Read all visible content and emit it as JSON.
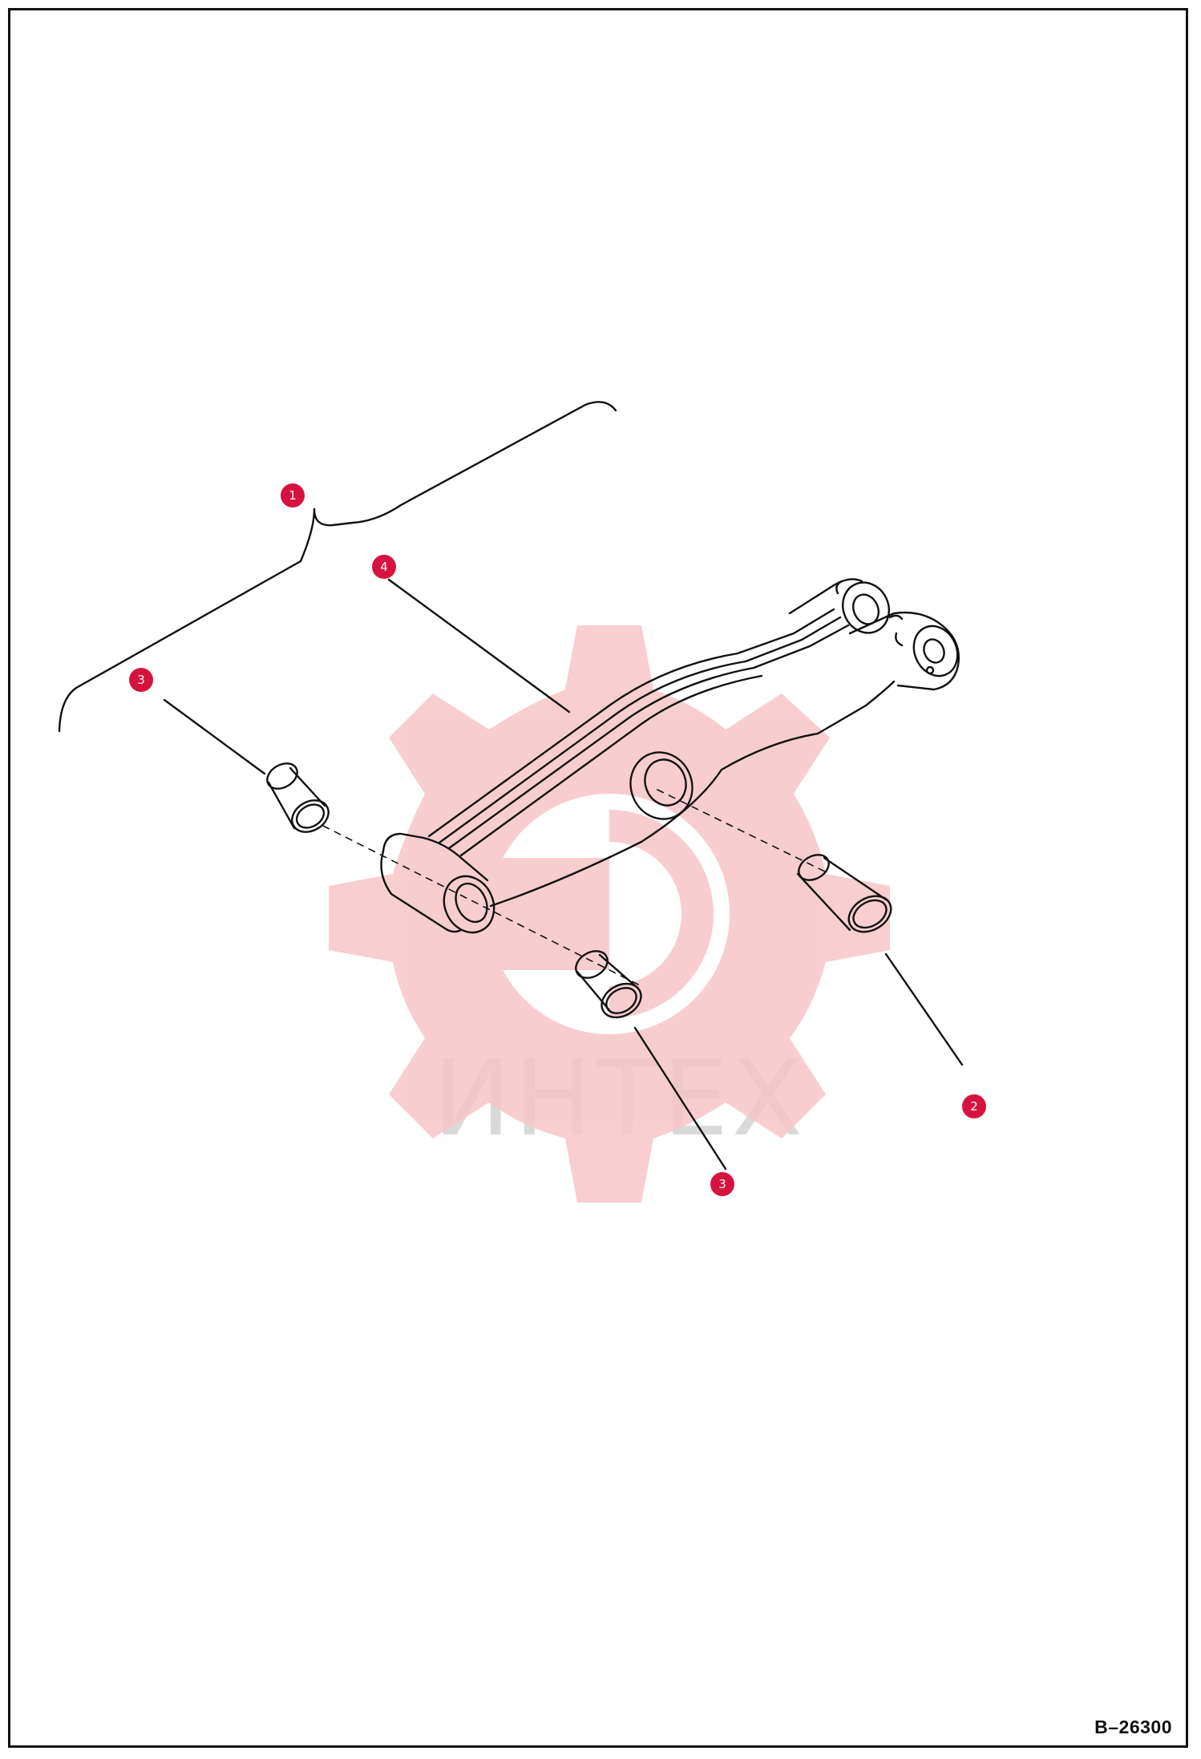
{
  "watermark": {
    "text": "ИНТЕХ",
    "color": "#f7c5c8"
  },
  "callouts": [
    {
      "id": "1",
      "label": "1"
    },
    {
      "id": "4",
      "label": "4"
    },
    {
      "id": "3a",
      "label": "3"
    },
    {
      "id": "2",
      "label": "2"
    },
    {
      "id": "3b",
      "label": "3"
    }
  ],
  "figure_code": "B–26300",
  "colors": {
    "callout": "#d6123f",
    "line": "#111111"
  }
}
